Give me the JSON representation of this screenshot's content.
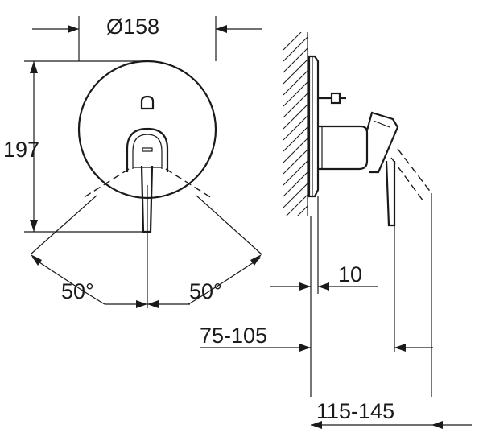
{
  "front_view": {
    "diameter_label": "Ø158",
    "height_label": "197",
    "left_angle_label": "50°",
    "right_angle_label": "50°"
  },
  "side_view": {
    "depth_label": "10",
    "wall_range_label": "75-105",
    "overall_range_label": "115-145"
  }
}
